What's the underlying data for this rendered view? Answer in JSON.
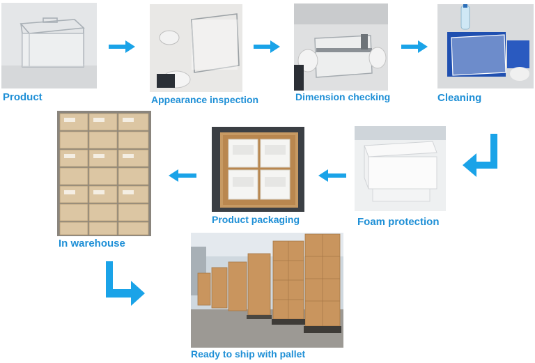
{
  "accent_color": "#1e8fd6",
  "arrow_color": "#1aa3e8",
  "steps": [
    {
      "label": "Product"
    },
    {
      "label": "Appearance inspection"
    },
    {
      "label": "Dimension checking"
    },
    {
      "label": "Cleaning"
    },
    {
      "label": "Foam protection"
    },
    {
      "label": "Product packaging"
    },
    {
      "label": "In warehouse"
    },
    {
      "label": "Ready to ship with pallet"
    }
  ],
  "flow": [
    {
      "from": "Product",
      "to": "Appearance inspection",
      "direction": "right"
    },
    {
      "from": "Appearance inspection",
      "to": "Dimension checking",
      "direction": "right"
    },
    {
      "from": "Dimension checking",
      "to": "Cleaning",
      "direction": "right"
    },
    {
      "from": "Cleaning",
      "to": "Foam protection",
      "direction": "down-left"
    },
    {
      "from": "Foam protection",
      "to": "Product packaging",
      "direction": "left"
    },
    {
      "from": "Product packaging",
      "to": "In warehouse",
      "direction": "left"
    },
    {
      "from": "In warehouse",
      "to": "Ready to ship with pallet",
      "direction": "down-right"
    }
  ]
}
